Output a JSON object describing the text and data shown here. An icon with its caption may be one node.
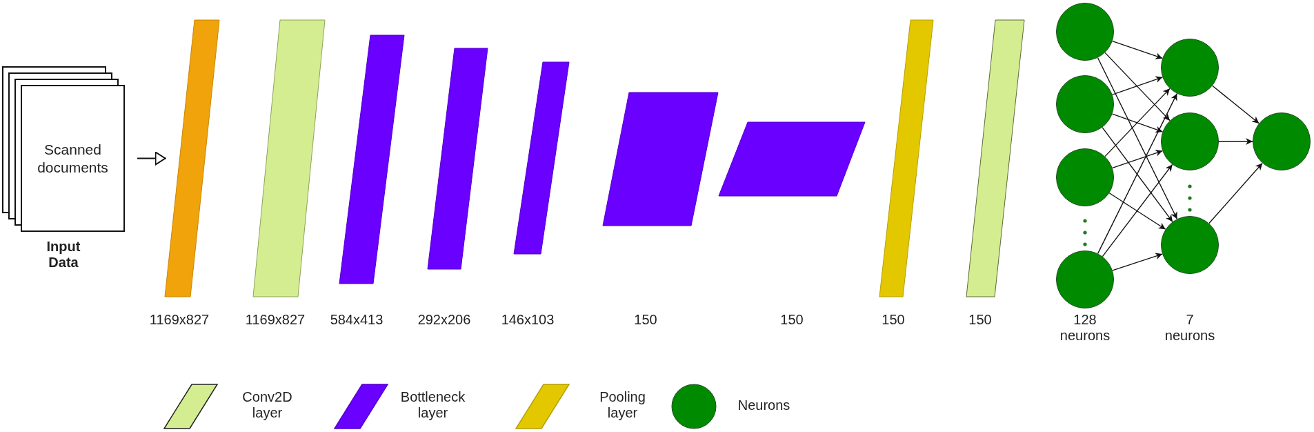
{
  "diagram": {
    "nodes": [
      {
        "text": [
          "Scanned documents"
        ],
        "beside": [
          "Input Data"
        ]
      },
      {
        "text": [],
        "shape": "parallelogram"
      },
      {
        "text": [],
        "shape": "parallelogram"
      },
      {
        "text": [],
        "shape": "parallelogram"
      },
      {
        "text": [],
        "shape": "parallelogram"
      },
      {
        "text": [],
        "shape": "parallelogram"
      },
      {
        "text": [],
        "shape": "parallelogram"
      },
      {
        "text": [],
        "shape": "parallelogram"
      },
      {
        "text": [],
        "shape": "parallelogram"
      },
      {
        "text": [],
        "shape": "parallelogram"
      },
      {
        "text": [],
        "shape": "circle"
      },
      {
        "text": [],
        "shape": "circle"
      },
      {
        "text": [],
        "shape": "circle"
      },
      {
        "text": [],
        "shape": "circle"
      },
      {
        "text": [],
        "shape": "circle"
      },
      {
        "text": [],
        "shape": "circle"
      },
      {
        "text": [],
        "shape": "circle"
      },
      {
        "text": [],
        "shape": "circle"
      }
    ],
    "edges": [
      {
        "from": 0,
        "to": 1,
        "arrow": "to"
      },
      {
        "from": 10,
        "to": 14,
        "arrow": "to"
      },
      {
        "from": 10,
        "to": 15,
        "arrow": "to"
      },
      {
        "from": 10,
        "to": 16,
        "arrow": "to"
      },
      {
        "from": 11,
        "to": 14,
        "arrow": "to"
      },
      {
        "from": 11,
        "to": 15,
        "arrow": "to"
      },
      {
        "from": 11,
        "to": 16,
        "arrow": "to"
      },
      {
        "from": 12,
        "to": 14,
        "arrow": "to"
      },
      {
        "from": 12,
        "to": 15,
        "arrow": "to"
      },
      {
        "from": 12,
        "to": 16,
        "arrow": "to"
      },
      {
        "from": 13,
        "to": 14,
        "arrow": "to"
      },
      {
        "from": 13,
        "to": 15,
        "arrow": "to"
      },
      {
        "from": 13,
        "to": 16,
        "arrow": "to"
      },
      {
        "from": 14,
        "to": 17,
        "arrow": "to"
      },
      {
        "from": 15,
        "to": 17,
        "arrow": "to"
      },
      {
        "from": 16,
        "to": 17,
        "arrow": "to"
      }
    ],
    "labels": [
      "1169x827",
      "1169x827",
      "584x413",
      "292x206",
      "146x103",
      "150",
      "150",
      "150",
      "150",
      "128 neurons",
      "7 neurons"
    ],
    "legend": [
      {
        "text": "Conv2D layer",
        "color": "#d4ed91"
      },
      {
        "text": "Bottleneck layer",
        "color": "#6a00ff"
      },
      {
        "text": "Pooling layer",
        "color": "#e3c800"
      },
      {
        "text": "Neurons",
        "color": "#008a00"
      }
    ]
  }
}
